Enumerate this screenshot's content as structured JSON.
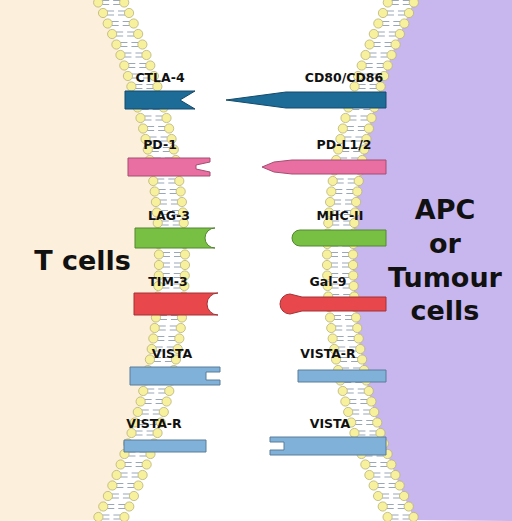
{
  "diagram": {
    "nodes": [
      {
        "text": [
          "T cells"
        ]
      },
      {
        "text": [
          "APC or Tumour cells"
        ]
      },
      {
        "text": [
          "CTLA-4"
        ]
      },
      {
        "text": [
          "CD80/CD86"
        ]
      },
      {
        "text": [
          "PD-1"
        ]
      },
      {
        "text": [
          "PD-L1/2"
        ]
      },
      {
        "text": [
          "LAG-3"
        ]
      },
      {
        "text": [
          "MHC-II"
        ]
      },
      {
        "text": [
          "TIM-3"
        ]
      },
      {
        "text": [
          "Gal-9"
        ]
      },
      {
        "text": [
          "VISTA"
        ]
      },
      {
        "text": [
          "VISTA-R"
        ]
      },
      {
        "text": [
          "VISTA-R"
        ]
      },
      {
        "text": [
          "VISTA"
        ]
      }
    ]
  }
}
